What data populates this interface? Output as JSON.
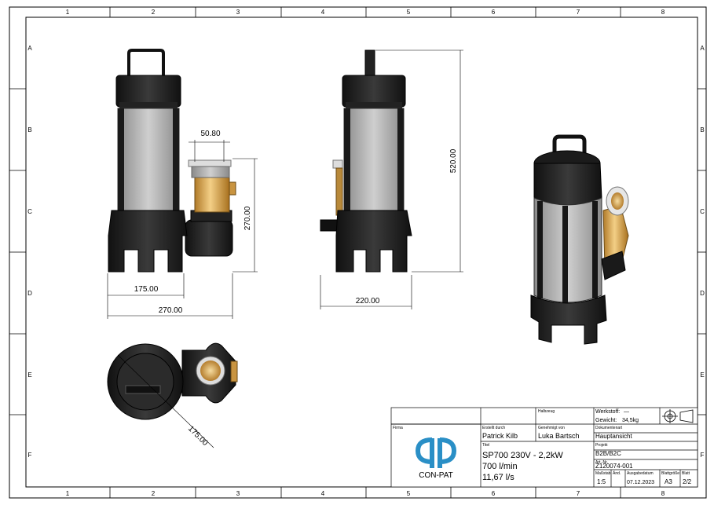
{
  "grid": {
    "cols": [
      "1",
      "2",
      "3",
      "4",
      "5",
      "6",
      "7",
      "8"
    ],
    "rows": [
      "A",
      "B",
      "C",
      "D",
      "E",
      "F"
    ]
  },
  "dimensions": {
    "d_50_80": "50.80",
    "d_270_h": "270.00",
    "d_175_front": "175.00",
    "d_270_w": "270.00",
    "d_520": "520.00",
    "d_220": "220.00",
    "d_175_top": "175.00"
  },
  "title_block": {
    "halbzeug_label": "Halbzeug",
    "werkstoff_label": "Werkstoff:",
    "werkstoff_value": "—",
    "gewicht_label": "Gewicht:",
    "gewicht_value": "34,5kg",
    "firma_label": "Firma",
    "erstellt_label": "Erstellt durch",
    "erstellt_value": "Patrick Kilb",
    "genehmigt_label": "Genehmigt von",
    "genehmigt_value": "Luka Bartsch",
    "dokumentenart_label": "Dokumentenart",
    "dokumentenart_value": "Hauptansicht",
    "titel_label": "Titel",
    "titel_line1": "SP700 230V - 2,2kW",
    "titel_line2": "700 l/min",
    "titel_line3": "11,67 l/s",
    "projekt_label": "Projekt",
    "projekt_value": "B2B/B2C",
    "artnr_label": "Art.-Nr.",
    "artnr_value": "Z120074-001",
    "massstab_label": "Maßstab",
    "massstab_value": "1:5",
    "aend_label": "Änd.",
    "ausgabe_label": "Ausgabedatum",
    "ausgabe_value": "07.12.2023",
    "blattgroesse_label": "Blattgröße",
    "blattgroesse_value": "A3",
    "blatt_label": "Blatt",
    "blatt_value": "2/2",
    "logo_text": "CON-PAT"
  }
}
